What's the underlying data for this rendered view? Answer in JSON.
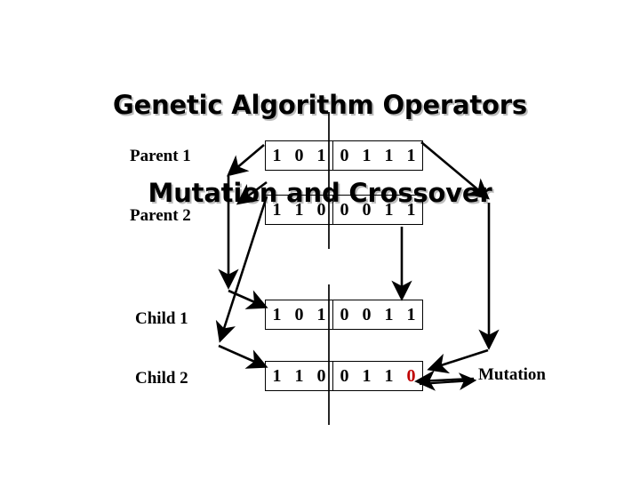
{
  "slide": {
    "background_color": "#ffffff",
    "title": {
      "line1": "Genetic Algorithm Operators",
      "line2": "Mutation and Crossover",
      "color": "#000000",
      "shadow_color": "#bdbdbd"
    }
  },
  "colors": {
    "ink": "#000000",
    "mutation_red": "#C00000",
    "paper": "#ffffff"
  },
  "rows": [
    {
      "id": "parent-1",
      "label": "Parent 1",
      "left_segment": [
        "1",
        "0",
        "1"
      ],
      "right_segment": [
        "0",
        "1",
        "1",
        "1"
      ],
      "mutated_index": null
    },
    {
      "id": "parent-2",
      "label": "Parent 2",
      "left_segment": [
        "1",
        "1",
        "0"
      ],
      "right_segment": [
        "0",
        "0",
        "1",
        "1"
      ],
      "mutated_index": null
    },
    {
      "id": "child-1",
      "label": "Child 1",
      "left_segment": [
        "1",
        "0",
        "1"
      ],
      "right_segment": [
        "0",
        "0",
        "1",
        "1"
      ],
      "mutated_index": null
    },
    {
      "id": "child-2",
      "label": "Child 2",
      "left_segment": [
        "1",
        "1",
        "0"
      ],
      "right_segment": [
        "0",
        "1",
        "1",
        "0"
      ],
      "mutated_index": 3
    }
  ],
  "annotations": {
    "mutation": "Mutation"
  },
  "diagram": {
    "crossover_divider_label": "",
    "arrow_color": "#000000"
  }
}
